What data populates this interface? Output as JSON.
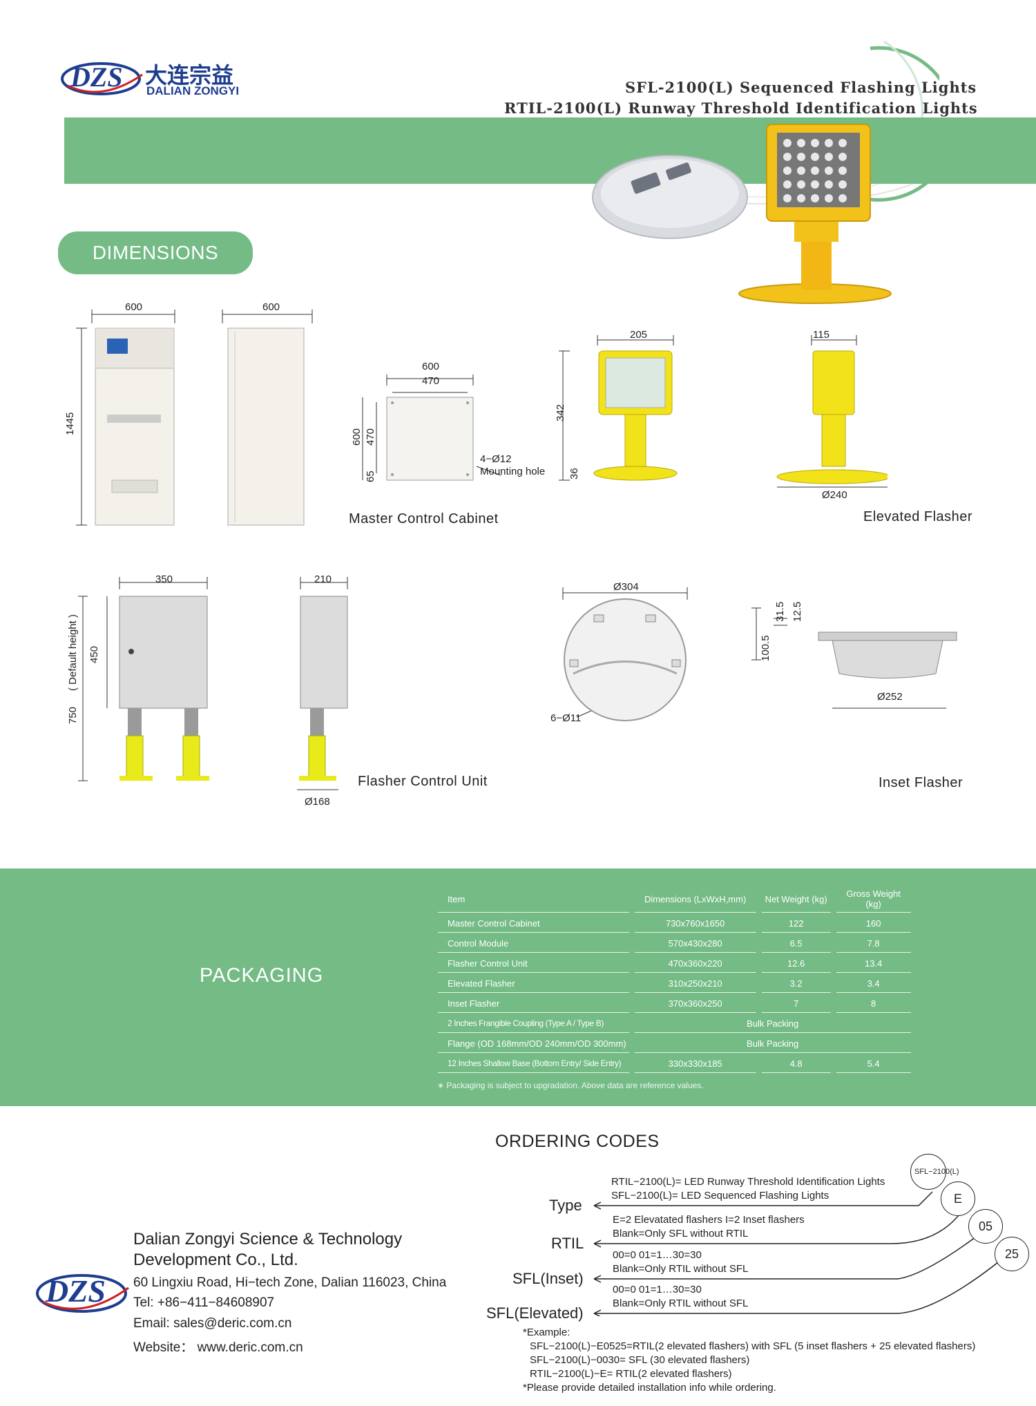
{
  "header": {
    "logo_mark": "DZS",
    "logo_cn": "大连宗益",
    "logo_en": "DALIAN ZONGYI",
    "title_line1": "SFL-2100(L) Sequenced Flashing Lights",
    "title_line2": "RTIL-2100(L)  Runway Threshold Identification Lights"
  },
  "dimensions": {
    "heading": "DIMENSIONS",
    "master_cabinet": {
      "label": "Master Control Cabinet",
      "front_width": "600",
      "side_width": "600",
      "height": "1445",
      "base_outer": "600",
      "base_inner": "470",
      "base_height_outer": "600",
      "base_height_inner": "470",
      "base_offset": "65",
      "mounting_hole": "4−Ø12",
      "mounting_hole_label": "Mounting hole"
    },
    "elevated_flasher": {
      "label": "Elevated Flasher",
      "width": "205",
      "height": "342",
      "base_height": "36",
      "side_width": "115",
      "base_diameter": "Ø240"
    },
    "flasher_control_unit": {
      "label": "Flasher Control Unit",
      "width": "350",
      "side_width": "210",
      "box_height": "450",
      "total_height": "750",
      "default_height": "( Default height )",
      "base_diameter": "Ø168"
    },
    "inset_flasher": {
      "label": "Inset Flasher",
      "diameter": "Ø304",
      "holes": "6−Ø11",
      "h1": "31.5",
      "h2": "12.5",
      "h3": "100.5",
      "base_diameter": "Ø252"
    }
  },
  "packaging": {
    "heading": "PACKAGING",
    "columns": [
      "Item",
      "Dimensions (LxWxH,mm)",
      "Net Weight  (kg)",
      "Gross Weight  (kg)"
    ],
    "rows": [
      [
        "Master Control Cabinet",
        "730x760x1650",
        "122",
        "160"
      ],
      [
        "Control Module",
        "570x430x280",
        "6.5",
        "7.8"
      ],
      [
        "Flasher Control Unit",
        "470x360x220",
        "12.6",
        "13.4"
      ],
      [
        "Elevated Flasher",
        "310x250x210",
        "3.2",
        "3.4"
      ],
      [
        "Inset Flasher",
        "370x360x250",
        "7",
        "8"
      ]
    ],
    "bulk_rows": [
      [
        "2 Inches Frangible Coupling (Type A / Type B)",
        "Bulk Packing"
      ],
      [
        "Flange (OD 168mm/OD 240mm/OD 300mm)",
        "Bulk Packing"
      ]
    ],
    "last_row": [
      "12 Inches Shallow Base (Bottom Entry/ Side Entry)",
      "330x330x185",
      "4.8",
      "5.4"
    ],
    "note": "∗  Packaging is subject to upgradation. Above data are reference values."
  },
  "ordering": {
    "heading": "ORDERING CODES",
    "codes": [
      "SFL−2100(L)",
      "E",
      "05",
      "25"
    ],
    "type_label": "Type",
    "type_lines": [
      "RTIL−2100(L)= LED Runway Threshold Identification Lights",
      "SFL−2100(L)= LED Sequenced Flashing Lights"
    ],
    "rtil_label": "RTIL",
    "rtil_lines": [
      "E=2 Elevatated flashers     I=2 Inset flashers",
      "Blank=Only SFL without RTIL"
    ],
    "inset_label": "SFL(Inset)",
    "inset_lines": [
      "00=0     01=1…30=30",
      "Blank=Only RTIL without SFL"
    ],
    "elevated_label": "SFL(Elevated)",
    "elevated_lines": [
      "00=0     01=1…30=30",
      "Blank=Only RTIL without SFL"
    ],
    "example_lines": [
      "*Example:",
      "SFL−2100(L)−E0525=RTIL(2 elevated flashers) with SFL (5 inset flashers + 25 elevated flashers)",
      "SFL−2100(L)−0030= SFL (30 elevated flashers)",
      "RTIL−2100(L)−E= RTIL(2 elevated flashers)",
      "*Please provide detailed installation info while ordering."
    ]
  },
  "company": {
    "logo_mark": "DZS",
    "name_line1": "Dalian Zongyi Science & Technology",
    "name_line2": "Development Co., Ltd.",
    "address": "60 Lingxiu Road, Hi−tech Zone, Dalian 116023, China",
    "tel": "Tel: +86−411−84608907",
    "email": "Email: sales@deric.com.cn",
    "website": "Website： www.deric.com.cn"
  },
  "colors": {
    "accent_green": "#74bb85",
    "logo_blue": "#1f3d8f",
    "flasher_yellow": "#f2c21a"
  }
}
